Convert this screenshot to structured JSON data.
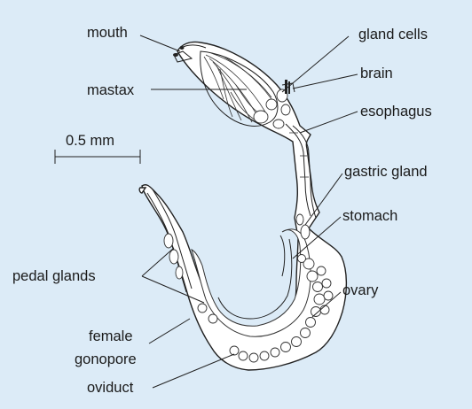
{
  "figure": {
    "background_color": "#dcebf7",
    "line_color": "#222222",
    "labels": {
      "mouth": "mouth",
      "mastax": "mastax",
      "gland_cells": "gland cells",
      "brain": "brain",
      "esophagus": "esophagus",
      "gastric_gland": "gastric gland",
      "stomach": "stomach",
      "ovary": "ovary",
      "pedal_glands": "pedal glands",
      "female": "female",
      "gonopore": "gonopore",
      "oviduct": "oviduct"
    },
    "scale_bar": {
      "label": "0.5 mm"
    }
  }
}
